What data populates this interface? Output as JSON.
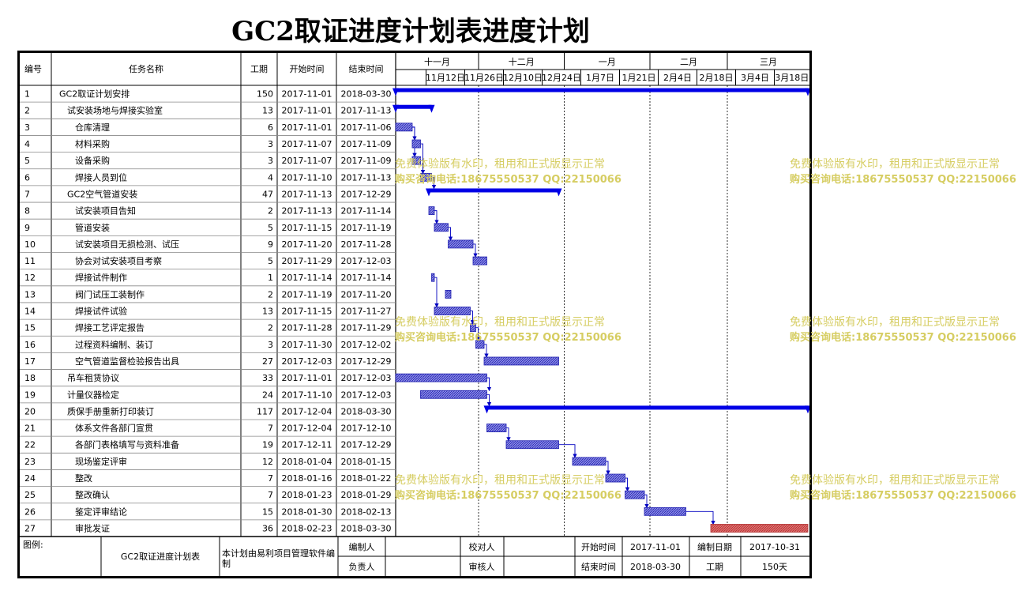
{
  "title": "GC2取证进度计划表进度计划",
  "headers": {
    "id": "编号",
    "name": "任务名称",
    "duration": "工期",
    "start": "开始时间",
    "end": "结束时间"
  },
  "timeline": {
    "months": [
      {
        "label": "十一月",
        "from": "2017-11-01",
        "to": "2017-12-01"
      },
      {
        "label": "十二月",
        "from": "2017-12-01",
        "to": "2018-01-01"
      },
      {
        "label": "一月",
        "from": "2018-01-01",
        "to": "2018-02-01"
      },
      {
        "label": "二月",
        "from": "2018-02-01",
        "to": "2018-03-01"
      },
      {
        "label": "三月",
        "from": "2018-03-01",
        "to": "2018-03-31"
      }
    ],
    "weeks": [
      {
        "label": "11月12日",
        "date": "2017-11-12"
      },
      {
        "label": "11月26日",
        "date": "2017-11-26"
      },
      {
        "label": "12月10日",
        "date": "2017-12-10"
      },
      {
        "label": "12月24日",
        "date": "2017-12-24"
      },
      {
        "label": "1月7日",
        "date": "2018-01-07"
      },
      {
        "label": "1月21日",
        "date": "2018-01-21"
      },
      {
        "label": "2月4日",
        "date": "2018-02-04"
      },
      {
        "label": "2月18日",
        "date": "2018-02-18"
      },
      {
        "label": "3月4日",
        "date": "2018-03-04"
      },
      {
        "label": "3月18日",
        "date": "2018-03-18"
      }
    ],
    "dashed_lines": [
      "2017-12-01",
      "2018-01-01",
      "2018-02-01",
      "2018-03-01"
    ]
  },
  "chart_data": {
    "type": "gantt",
    "x_range": [
      "2017-11-01",
      "2018-03-30"
    ],
    "tasks": [
      {
        "id": "1",
        "name": "GC2取证计划安排",
        "indent": 0,
        "duration": 150,
        "start": "2017-11-01",
        "end": "2018-03-30",
        "kind": "summary"
      },
      {
        "id": "2",
        "name": "试安装场地与焊接实验室",
        "indent": 1,
        "duration": 13,
        "start": "2017-11-01",
        "end": "2017-11-13",
        "kind": "summary"
      },
      {
        "id": "3",
        "name": "仓库清理",
        "indent": 2,
        "duration": 6,
        "start": "2017-11-01",
        "end": "2017-11-06",
        "kind": "task"
      },
      {
        "id": "4",
        "name": "材料采购",
        "indent": 2,
        "duration": 3,
        "start": "2017-11-07",
        "end": "2017-11-09",
        "kind": "task"
      },
      {
        "id": "5",
        "name": "设备采购",
        "indent": 2,
        "duration": 3,
        "start": "2017-11-07",
        "end": "2017-11-09",
        "kind": "task"
      },
      {
        "id": "6",
        "name": "焊接人员到位",
        "indent": 2,
        "duration": 4,
        "start": "2017-11-10",
        "end": "2017-11-13",
        "kind": "task"
      },
      {
        "id": "7",
        "name": "GC2空气管道安装",
        "indent": 1,
        "duration": 47,
        "start": "2017-11-13",
        "end": "2017-12-29",
        "kind": "summary"
      },
      {
        "id": "8",
        "name": "试安装项目告知",
        "indent": 2,
        "duration": 2,
        "start": "2017-11-13",
        "end": "2017-11-14",
        "kind": "task"
      },
      {
        "id": "9",
        "name": "管道安装",
        "indent": 2,
        "duration": 5,
        "start": "2017-11-15",
        "end": "2017-11-19",
        "kind": "task"
      },
      {
        "id": "10",
        "name": "试安装项目无损检测、试压",
        "indent": 2,
        "duration": 9,
        "start": "2017-11-20",
        "end": "2017-11-28",
        "kind": "task"
      },
      {
        "id": "11",
        "name": "协会对试安装项目考察",
        "indent": 2,
        "duration": 5,
        "start": "2017-11-29",
        "end": "2017-12-03",
        "kind": "task"
      },
      {
        "id": "12",
        "name": "焊接试件制作",
        "indent": 2,
        "duration": 1,
        "start": "2017-11-14",
        "end": "2017-11-14",
        "kind": "task"
      },
      {
        "id": "13",
        "name": "阀门试压工装制作",
        "indent": 2,
        "duration": 2,
        "start": "2017-11-19",
        "end": "2017-11-20",
        "kind": "task"
      },
      {
        "id": "14",
        "name": "焊接试件试验",
        "indent": 2,
        "duration": 13,
        "start": "2017-11-15",
        "end": "2017-11-27",
        "kind": "task"
      },
      {
        "id": "15",
        "name": "焊接工艺评定报告",
        "indent": 2,
        "duration": 2,
        "start": "2017-11-28",
        "end": "2017-11-29",
        "kind": "task"
      },
      {
        "id": "16",
        "name": "过程资料编制、装订",
        "indent": 2,
        "duration": 3,
        "start": "2017-11-30",
        "end": "2017-12-02",
        "kind": "task"
      },
      {
        "id": "17",
        "name": "空气管道监督检验报告出具",
        "indent": 2,
        "duration": 27,
        "start": "2017-12-03",
        "end": "2017-12-29",
        "kind": "task"
      },
      {
        "id": "18",
        "name": "吊车租赁协议",
        "indent": 1,
        "duration": 33,
        "start": "2017-11-01",
        "end": "2017-12-03",
        "kind": "task"
      },
      {
        "id": "19",
        "name": "计量仪器检定",
        "indent": 1,
        "duration": 24,
        "start": "2017-11-10",
        "end": "2017-12-03",
        "kind": "task"
      },
      {
        "id": "20",
        "name": "质保手册重新打印装订",
        "indent": 1,
        "duration": 117,
        "start": "2017-12-04",
        "end": "2018-03-30",
        "kind": "summary"
      },
      {
        "id": "21",
        "name": "体系文件各部门宣贯",
        "indent": 2,
        "duration": 7,
        "start": "2017-12-04",
        "end": "2017-12-10",
        "kind": "task"
      },
      {
        "id": "22",
        "name": "各部门表格填写与资料准备",
        "indent": 2,
        "duration": 19,
        "start": "2017-12-11",
        "end": "2017-12-29",
        "kind": "task"
      },
      {
        "id": "23",
        "name": "现场鉴定评审",
        "indent": 2,
        "duration": 12,
        "start": "2018-01-04",
        "end": "2018-01-15",
        "kind": "task"
      },
      {
        "id": "24",
        "name": "整改",
        "indent": 2,
        "duration": 7,
        "start": "2018-01-16",
        "end": "2018-01-22",
        "kind": "task"
      },
      {
        "id": "25",
        "name": "整改确认",
        "indent": 2,
        "duration": 7,
        "start": "2018-01-23",
        "end": "2018-01-29",
        "kind": "task"
      },
      {
        "id": "26",
        "name": "鉴定评审结论",
        "indent": 2,
        "duration": 15,
        "start": "2018-01-30",
        "end": "2018-02-13",
        "kind": "task"
      },
      {
        "id": "27",
        "name": "审批发证",
        "indent": 2,
        "duration": 36,
        "start": "2018-02-23",
        "end": "2018-03-30",
        "kind": "critical"
      }
    ],
    "links": [
      [
        "3",
        "4"
      ],
      [
        "3",
        "5"
      ],
      [
        "4",
        "6"
      ],
      [
        "5",
        "6"
      ],
      [
        "6",
        "7"
      ],
      [
        "8",
        "9"
      ],
      [
        "9",
        "10"
      ],
      [
        "10",
        "11"
      ],
      [
        "12",
        "14"
      ],
      [
        "14",
        "15"
      ],
      [
        "15",
        "16"
      ],
      [
        "16",
        "17"
      ],
      [
        "18",
        "19"
      ],
      [
        "19",
        "20"
      ],
      [
        "21",
        "22"
      ],
      [
        "22",
        "23"
      ],
      [
        "23",
        "24"
      ],
      [
        "24",
        "25"
      ],
      [
        "25",
        "26"
      ],
      [
        "26",
        "27"
      ]
    ]
  },
  "colors": {
    "bar_fill": "#8c8ce6",
    "bar_border": "#1f1fb0",
    "summary": "#0000e6",
    "critical_fill": "#e07070",
    "critical_text": "#e00000",
    "link": "#0000c0"
  },
  "footer": {
    "legend_label": "图例:",
    "plan_name": "GC2取证进度计划表",
    "generated_by": "本计划由易利项目管理软件编制",
    "prepared_by_label": "编制人",
    "prepared_by": "",
    "checked_by_label": "校对人",
    "checked_by": "",
    "start_label": "开始时间",
    "start_value": "2017-11-01",
    "made_date_label": "编制日期",
    "made_date_value": "2017-10-31",
    "responsible_label": "负责人",
    "responsible": "",
    "reviewer_label": "审核人",
    "reviewer": "",
    "end_label": "结束时间",
    "end_value": "2018-03-30",
    "duration_label": "工期",
    "duration_value": "150天"
  },
  "watermark": {
    "line1": "免费体验版有水印，租用和正式版显示正常",
    "line2": "购买咨询电话:18675550537 QQ:22150066"
  }
}
